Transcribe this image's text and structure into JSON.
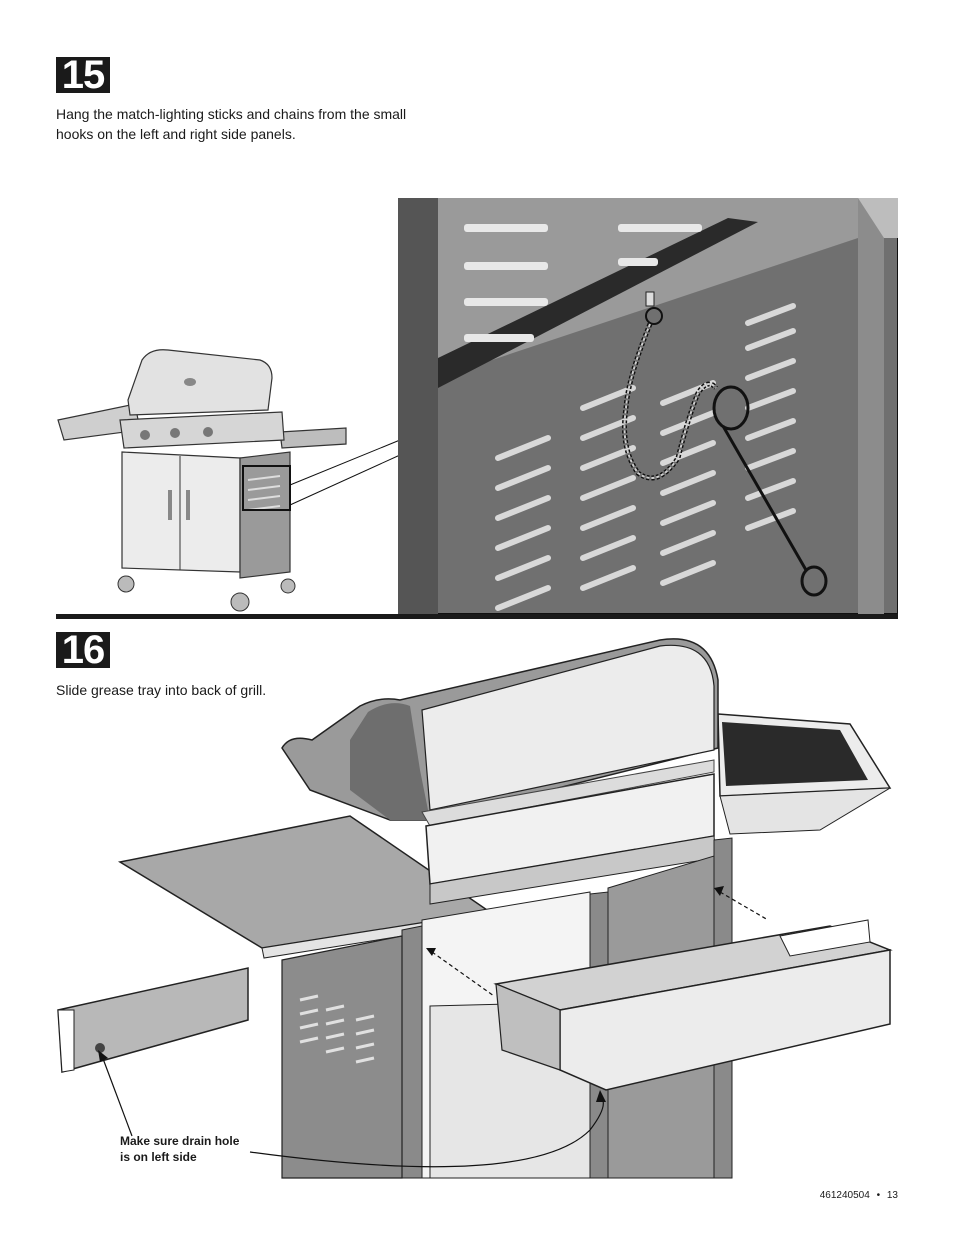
{
  "steps": [
    {
      "number": "15",
      "instruction": "Hang the match-lighting sticks and chains from the small\nhooks on the left and right side panels."
    },
    {
      "number": "16",
      "instruction": "Slide grease tray into back of grill."
    }
  ],
  "callout": {
    "text": "Make sure drain hole\nis on left side"
  },
  "footer": {
    "doc_number": "461240504",
    "separator": "•",
    "page": "13"
  }
}
